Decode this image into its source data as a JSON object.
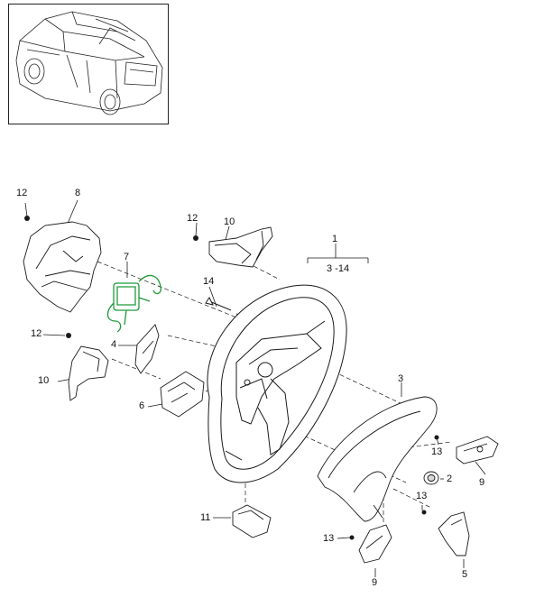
{
  "callouts": {
    "c1": "1",
    "c1_range": "3 -14",
    "c2": "2",
    "c3": "3",
    "c4": "4",
    "c5": "5",
    "c6": "6",
    "c7": "7",
    "c8": "8",
    "c9_right": "9",
    "c9_bottom": "9",
    "c10_top": "10",
    "c10_left": "10",
    "c11": "11",
    "c12_top": "12",
    "c12_mid": "12",
    "c12_left": "12",
    "c13_right_upper": "13",
    "c13_right_lower": "13",
    "c13_bottom": "13",
    "c14": "14"
  },
  "colors": {
    "line": "#1a1a1a",
    "highlight": "#1f9a3a",
    "shade": "#d9d9d9"
  }
}
